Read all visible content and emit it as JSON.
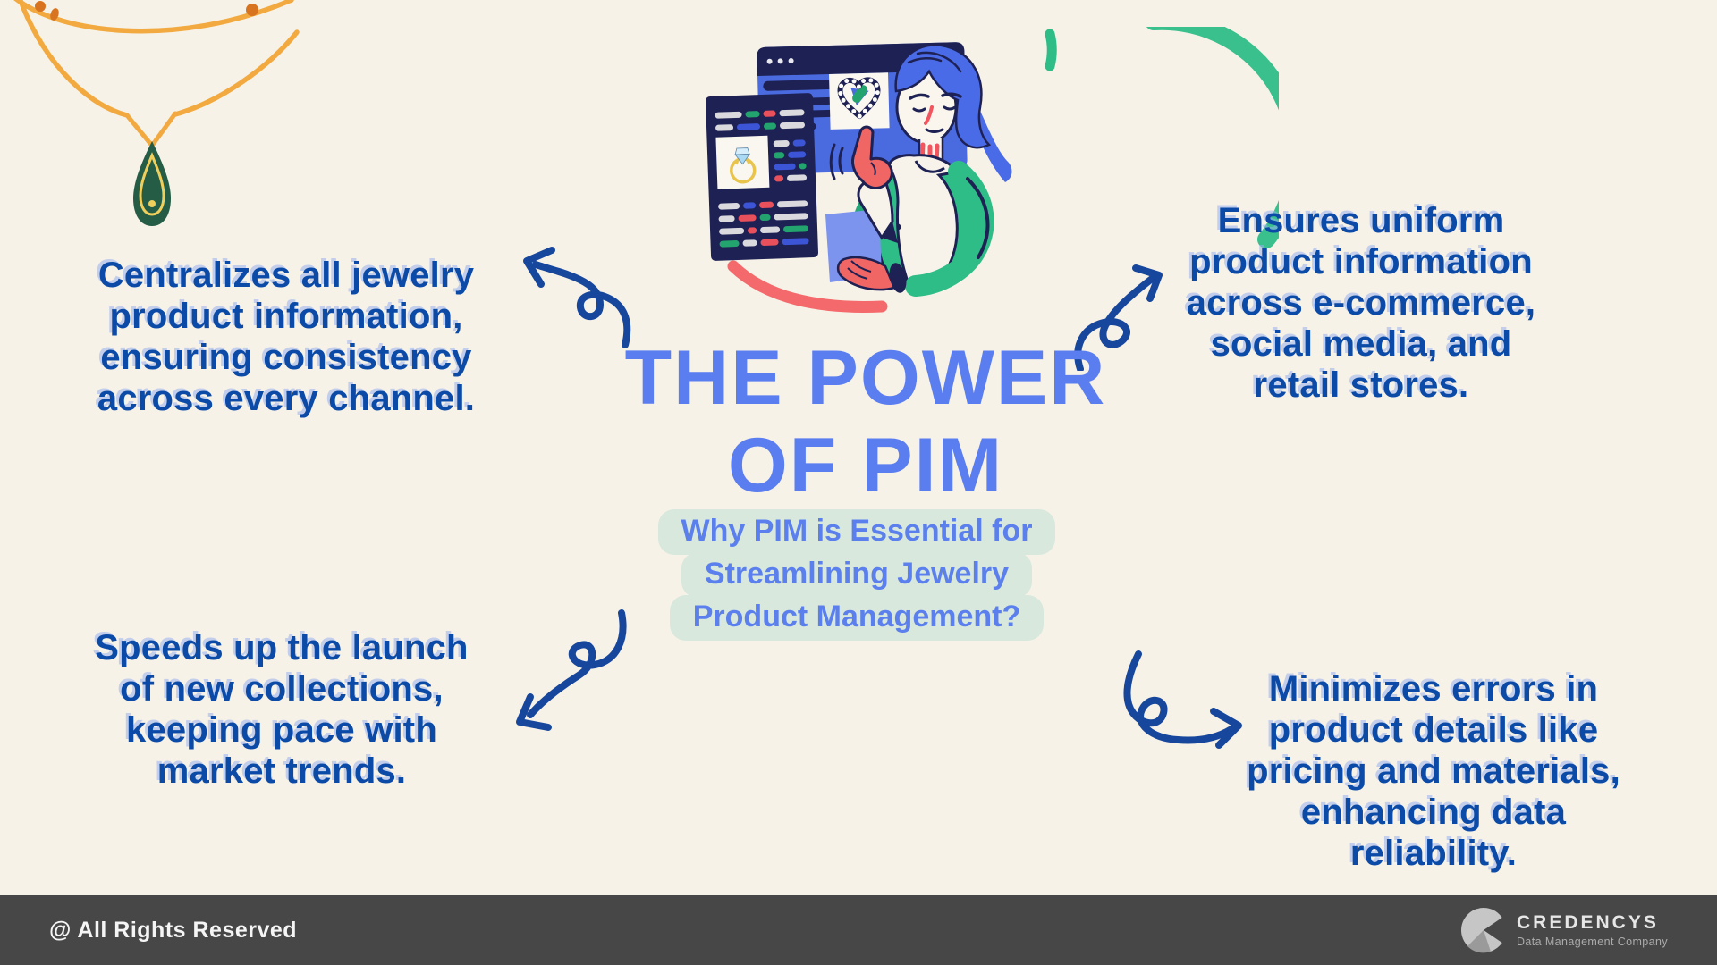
{
  "palette": {
    "background": "#F7F2E8",
    "title_blue": "#5A7DF0",
    "callout_text_blue": "#0B4BA7",
    "callout_shadow_blue": "#97B1EE",
    "arrow_blue": "#17479C",
    "subtitle_text_blue": "#5B80EE",
    "subtitle_highlight_green": "#D8E8DC",
    "footer_background": "#474747",
    "footer_text": "#F5F5F5",
    "illustration_navy": "#1E2153",
    "illustration_blue": "#4A6BE0",
    "illustration_green": "#2EBD87",
    "illustration_red_arc": "#F4696B",
    "illustration_coral": "#F06664",
    "necklace_gold": "#F2A93F",
    "pendant_green": "#245C45",
    "pendant_gold": "#EFCE5C"
  },
  "title": {
    "line1": "THE POWER",
    "line2": "OF PIM"
  },
  "subtitle": {
    "lines": [
      "Why PIM is Essential for",
      "Streamlining Jewelry",
      "Product Management?"
    ]
  },
  "callouts": {
    "top_left": {
      "lines": [
        "Centralizes all jewelry",
        "product information,",
        "ensuring consistency",
        "across every channel."
      ]
    },
    "top_right": {
      "lines": [
        "Ensures uniform",
        "product information",
        "across e-commerce,",
        "social media, and",
        "retail stores."
      ]
    },
    "bottom_left": {
      "lines": [
        "Speeds up the launch",
        "of new collections,",
        "keeping pace with",
        "market trends."
      ]
    },
    "bottom_right": {
      "lines": [
        "Minimizes errors in",
        "product details like",
        "pricing and materials,",
        "enhancing data",
        "reliability."
      ]
    }
  },
  "footer": {
    "rights": "@ All Rights Reserved",
    "brand": "CREDENCYS",
    "tagline": "Data Management Company"
  },
  "decorations": {
    "necklace": "gold-necklace-green-pendant-illustration",
    "hero": "person-managing-jewelry-product-catalog-illustration",
    "arrows": [
      "curled-arrow-top-left",
      "curled-arrow-top-right",
      "curled-arrow-bottom-left",
      "curled-arrow-bottom-right"
    ],
    "logo_mark": "credencys-logo-mark"
  }
}
